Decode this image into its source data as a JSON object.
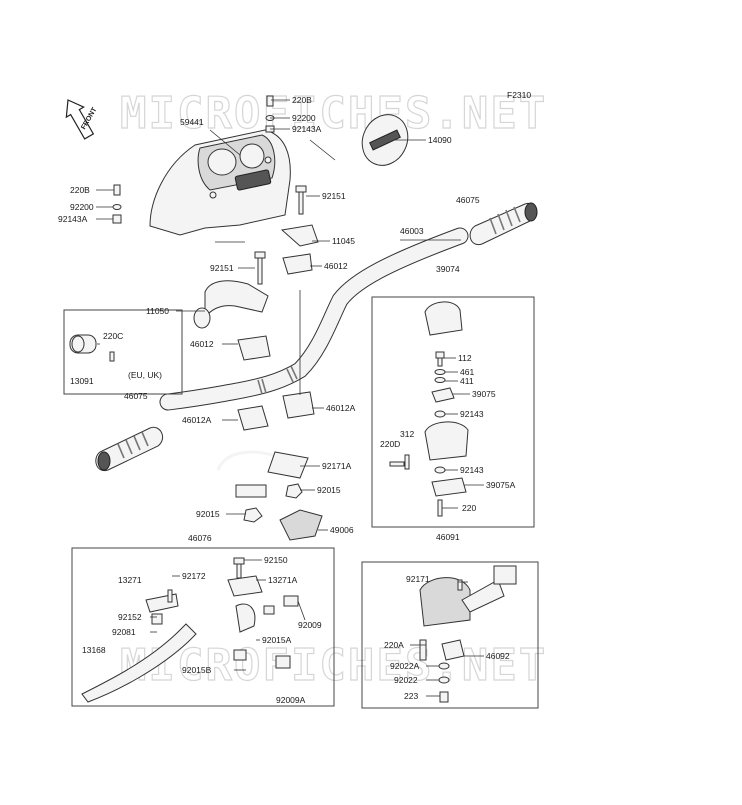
{
  "figure_code": "F2310",
  "watermark_top": "MICROFICHES.NET",
  "watermark_bottom": "MICROFICHES.NET",
  "front_label": "FRONT",
  "labels": {
    "l220B": "220B",
    "l59441": "59441",
    "l92200a": "92200",
    "l92143Aa": "92143A",
    "l14090": "14090",
    "l220Bb": "220B",
    "l92200b": "92200",
    "l92143Ab": "92143A",
    "l92151a": "92151",
    "l46075a": "46075",
    "l11045": "11045",
    "l46003": "46003",
    "l92151b": "92151",
    "l46012a": "46012",
    "l39074": "39074",
    "l11050": "11050",
    "l220C": "220C",
    "l46012b": "46012",
    "l13091": "13091",
    "leu": "(EU, UK)",
    "l112": "112",
    "l461": "461",
    "l411": "411",
    "l39075": "39075",
    "l46075b": "46075",
    "l46012Aa": "46012A",
    "l46012Ab": "46012A",
    "l92143a": "92143",
    "l312": "312",
    "l220D": "220D",
    "l92171A": "92171A",
    "l92143b": "92143",
    "l92015a": "92015",
    "l39075A": "39075A",
    "l92015b": "92015",
    "l220a": "220",
    "l49006": "49006",
    "l46076": "46076",
    "l46091": "46091",
    "l92150": "92150",
    "l13271": "13271",
    "l92172": "92172",
    "l13271A": "13271A",
    "l92171": "92171",
    "l92152": "92152",
    "l92009a": "92009",
    "l92081": "92081",
    "l92015A": "92015A",
    "l13168": "13168",
    "l220A": "220A",
    "l46092": "46092",
    "l92022A": "92022A",
    "l92015B": "92015B",
    "l92022": "92022",
    "l223": "223",
    "l92009A": "92009A"
  }
}
